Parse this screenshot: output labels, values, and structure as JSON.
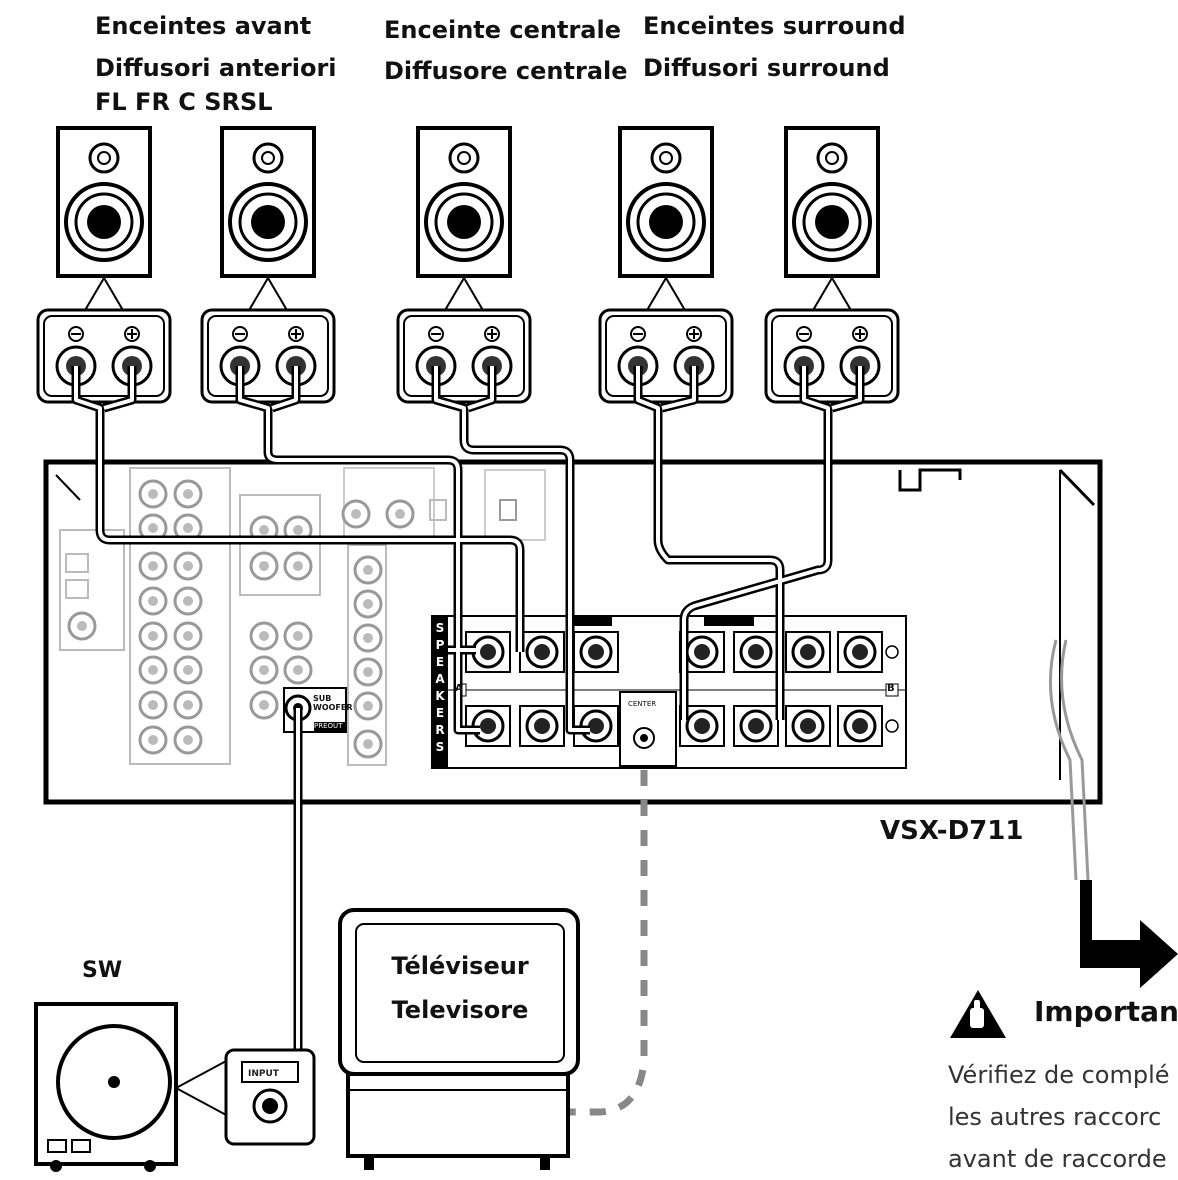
{
  "labels": {
    "front_fr": "Enceintes avant",
    "front_it": "Diffusori anteriori",
    "front_ch": "FL FR C SRSL",
    "center_fr": "Enceinte centrale",
    "center_it": "Diffusore centrale",
    "surround_fr": "Enceintes surround",
    "surround_it": "Diffusori surround",
    "model": "VSX-D711",
    "sw": "SW",
    "tv_fr": "Téléviseur",
    "tv_it": "Televisore",
    "input": "INPUT",
    "subwoofer_jack": "SUB WOOFER",
    "preout": "PREOUT",
    "center_jack": "CENTER",
    "speakers": [
      "S",
      "P",
      "E",
      "A",
      "K",
      "E",
      "R",
      "S"
    ],
    "bank_a": "A",
    "bank_b": "B"
  },
  "important": {
    "title": "Importan",
    "lines": [
      "Vérifiez de complé",
      "les autres raccorc",
      "avant de raccorde"
    ]
  }
}
